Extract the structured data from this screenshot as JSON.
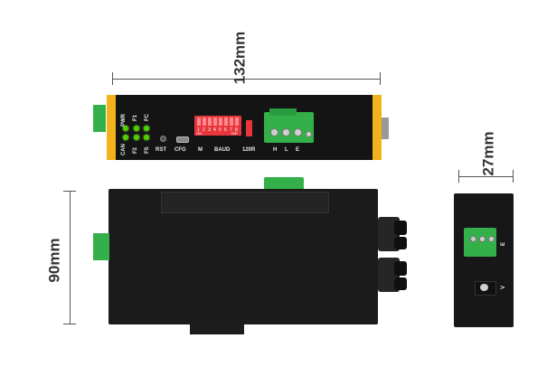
{
  "dimensions": {
    "width_label": "132mm",
    "height_label": "90mm",
    "depth_label": "27mm"
  },
  "front_panel": {
    "indicators": [
      "PWR",
      "F1",
      "FC",
      "F2",
      "FS"
    ],
    "can_label": "CAN",
    "dip_numbers": [
      "1",
      "2",
      "3",
      "4",
      "5",
      "6",
      "7",
      "8"
    ],
    "labels": [
      "RST",
      "CFG",
      "M",
      "BAUD",
      "120R"
    ],
    "terminal_labels": [
      "H",
      "L",
      "E"
    ],
    "dip_off_label": "ON",
    "dip_small_label": "DIP"
  },
  "end_view": {
    "side_labels": [
      "V",
      "E"
    ]
  },
  "colors": {
    "enclosure": "#1b1b1b",
    "accent_yellow": "#f2b21b",
    "led_green": "#4ed000",
    "terminal_green": "#33b04a",
    "dip_red": "#e9363d"
  }
}
